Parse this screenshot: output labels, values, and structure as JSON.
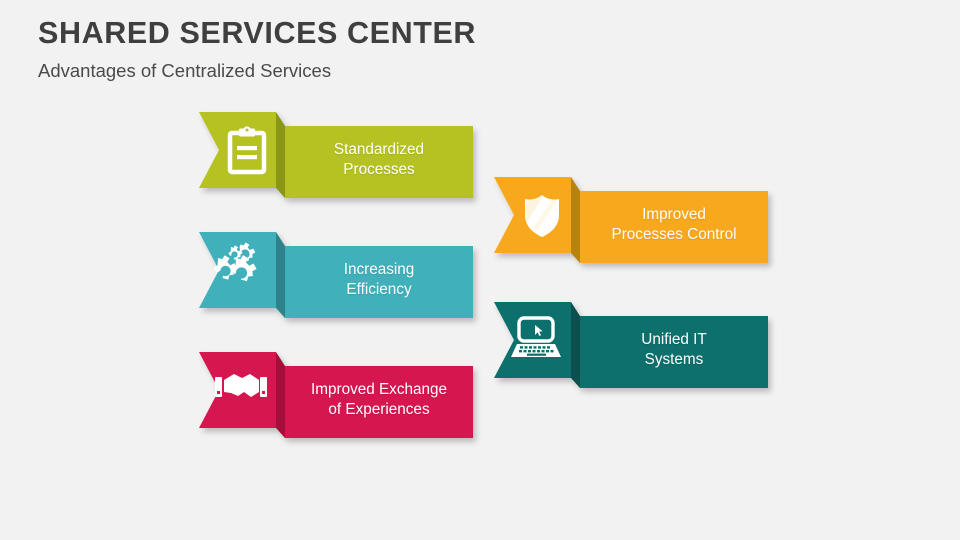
{
  "header": {
    "title": "SHARED SERVICES CENTER",
    "subtitle": "Advantages of Centralized Services"
  },
  "canvas": {
    "background_color": "#f2f2f2",
    "title_color": "#3f3f3f",
    "subtitle_color": "#4a4a4a"
  },
  "ribbons": [
    {
      "id": "standardized-processes",
      "line1": "Standardized",
      "line2": "Processes",
      "icon": "clipboard-icon",
      "color_main": "#b5c222",
      "color_fold": "#8a9619",
      "color_flag": "#b5c222",
      "column": "left"
    },
    {
      "id": "increasing-efficiency",
      "line1": "Increasing",
      "line2": "Efficiency",
      "icon": "gears-icon",
      "color_main": "#41b0bb",
      "color_fold": "#2d8289",
      "color_flag": "#41b0bb",
      "column": "left"
    },
    {
      "id": "improved-exchange",
      "line1": "Improved Exchange",
      "line2": "of Experiences",
      "icon": "handshake-icon",
      "color_main": "#d6164f",
      "color_fold": "#a50f3b",
      "color_flag": "#d6164f",
      "column": "left"
    },
    {
      "id": "improved-control",
      "line1": "Improved",
      "line2": "Processes Control",
      "icon": "shield-icon",
      "color_main": "#f7a81b",
      "color_fold": "#b8830d",
      "color_flag": "#f7a81b",
      "column": "right"
    },
    {
      "id": "unified-it",
      "line1": "Unified IT",
      "line2": "Systems",
      "icon": "laptop-icon",
      "color_main": "#0a6f6c",
      "color_fold": "#07504f",
      "color_flag": "#0a6f6c",
      "column": "right"
    }
  ]
}
